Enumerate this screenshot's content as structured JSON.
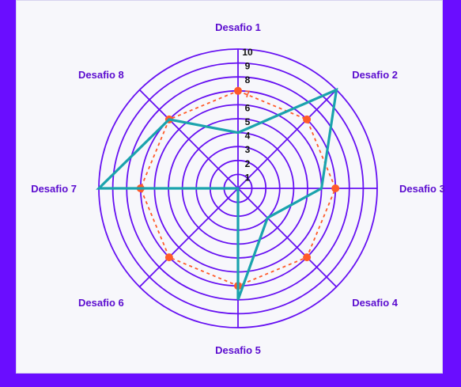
{
  "colors": {
    "outer_background": "#6a0dff",
    "panel_background": "#f7f7fb",
    "grid_purple": "#6610f2",
    "goal_red": "#ff5a2a",
    "actual_teal": "#1aa3ad",
    "label_purple": "#5b0ccf"
  },
  "chart_data": {
    "type": "radar",
    "categories": [
      "Desafio 1",
      "Desafio 2",
      "Desafio 3",
      "Desafio 4",
      "Desafio 5",
      "Desafio 6",
      "Desafio 7",
      "Desafio 8"
    ],
    "radial_ticks": [
      "1",
      "2",
      "3",
      "4",
      "5",
      "6",
      "7",
      "8",
      "9",
      "10"
    ],
    "range": [
      0,
      10
    ],
    "highlighted_tick": "7",
    "series": [
      {
        "style": "dashed-with-dots",
        "color": "#ff5a2a",
        "values": [
          7,
          7,
          7,
          7,
          7,
          7,
          7,
          7
        ]
      },
      {
        "style": "solid-line",
        "color": "#1aa3ad",
        "values": [
          4,
          10,
          6,
          3,
          8,
          0,
          10,
          7
        ]
      }
    ],
    "grid": true
  }
}
